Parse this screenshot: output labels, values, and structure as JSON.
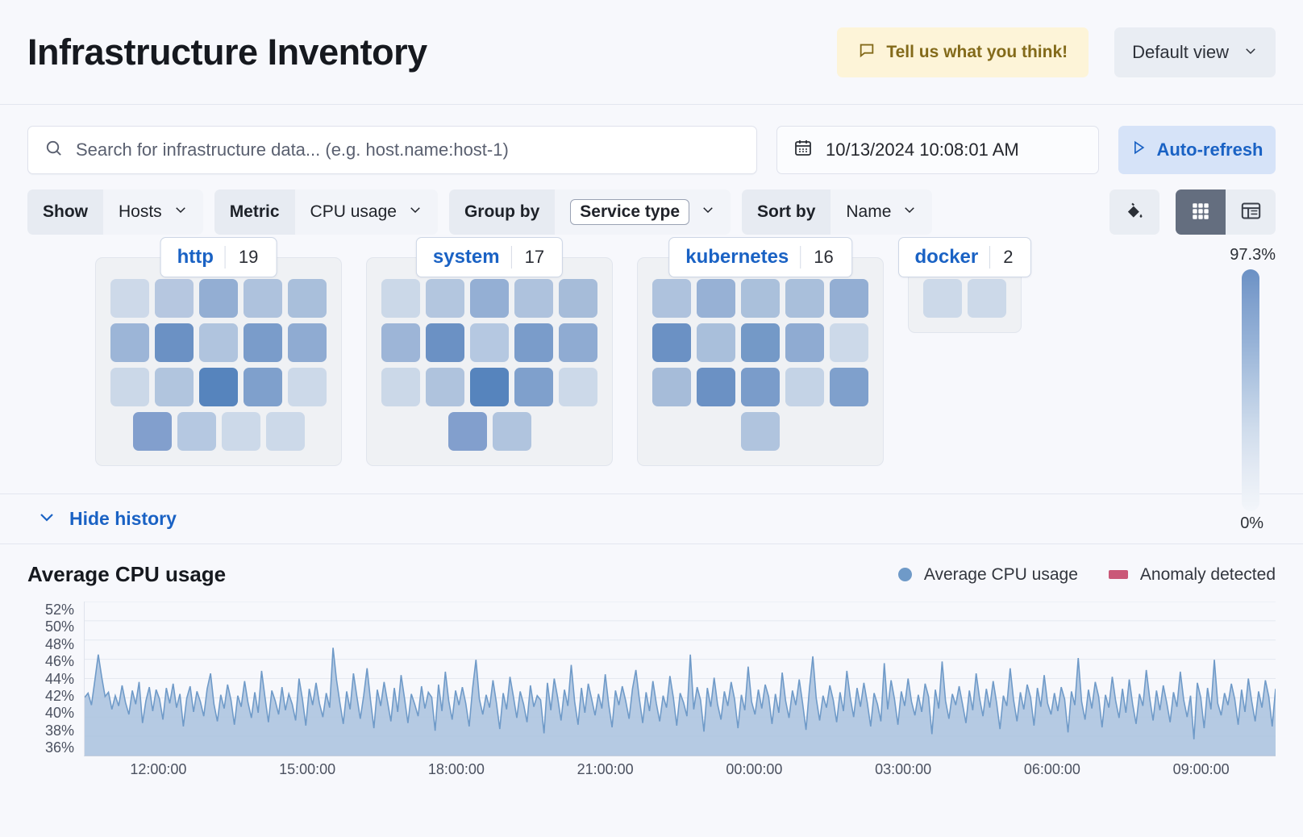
{
  "header": {
    "title": "Infrastructure Inventory",
    "feedback_label": "Tell us what you think!",
    "view_label": "Default view"
  },
  "search": {
    "placeholder": "Search for infrastructure data... (e.g. host.name:host-1)",
    "value": "",
    "date_value": "10/13/2024 10:08:01 AM",
    "refresh_label": "Auto-refresh"
  },
  "filters": [
    {
      "label": "Show",
      "value": "Hosts",
      "boxed": false
    },
    {
      "label": "Metric",
      "value": "CPU usage",
      "boxed": false
    },
    {
      "label": "Group by",
      "value": "Service type",
      "boxed": true
    },
    {
      "label": "Sort by",
      "value": "Name",
      "boxed": false
    }
  ],
  "view_toggle": {
    "grid_active": true,
    "grid_name": "grid-view",
    "table_name": "table-view",
    "palette_name": "palette"
  },
  "treemap": {
    "legend_max": "97.3%",
    "legend_min": "0%",
    "groups": [
      {
        "name": "http",
        "count": "19",
        "rows": [
          [
            "#cdd9e9",
            "#b6c7e0",
            "#93aed3",
            "#aec2dd",
            "#a9bfdb"
          ],
          [
            "#9cb5d7",
            "#6b91c4",
            "#b0c4de",
            "#7a9cca",
            "#8fabd2"
          ],
          [
            "#cbd8e8",
            "#b1c5de",
            "#5684bd",
            "#7fa0cc",
            "#ccd9e9"
          ],
          [
            "#829fcd",
            "#b5c8e1",
            "#ccd9e9",
            "#ccd9e9"
          ]
        ]
      },
      {
        "name": "system",
        "count": "17",
        "rows": [
          [
            "#cbd8e8",
            "#b3c6df",
            "#94afd4",
            "#aec2dd",
            "#a6bcd9"
          ],
          [
            "#9db5d7",
            "#6b91c4",
            "#b5c8e1",
            "#7a9cca",
            "#8fabd2"
          ],
          [
            "#cbd8e8",
            "#afc3dd",
            "#5684bd",
            "#7fa0cc",
            "#ccd9e9"
          ],
          [
            "#829fcd",
            "#b0c4de"
          ]
        ]
      },
      {
        "name": "kubernetes",
        "count": "16",
        "rows": [
          [
            "#aec2dd",
            "#97b1d5",
            "#aac0db",
            "#a9bfdb",
            "#93aed3"
          ],
          [
            "#6b91c4",
            "#a9bfdb",
            "#7499c7",
            "#8fabd2",
            "#ccd9e9"
          ],
          [
            "#a6bcd9",
            "#6b91c4",
            "#7a9cca",
            "#c4d3e6",
            "#7fa0cc"
          ],
          [
            "#b0c4de"
          ]
        ]
      },
      {
        "name": "docker",
        "count": "2",
        "rows": [
          [
            "#ccd9e9",
            "#ccd9e9"
          ]
        ]
      }
    ]
  },
  "history": {
    "toggle_label": "Hide history"
  },
  "chart_data": {
    "type": "area",
    "title": "Average CPU usage",
    "xlabel": "",
    "ylabel": "",
    "grid": true,
    "legend_position": "top-right",
    "legend": [
      {
        "name": "Average CPU usage",
        "color": "#6f9ac8",
        "marker": "dot"
      },
      {
        "name": "Anomaly detected",
        "color": "#ca5878",
        "marker": "rect"
      }
    ],
    "ytick_labels": [
      "52%",
      "50%",
      "48%",
      "46%",
      "44%",
      "42%",
      "40%",
      "38%",
      "36%"
    ],
    "ylim": [
      35,
      53
    ],
    "xtick_labels": [
      "12:00:00",
      "15:00:00",
      "18:00:00",
      "21:00:00",
      "00:00:00",
      "03:00:00",
      "06:00:00",
      "09:00:00"
    ],
    "series": [
      {
        "name": "Average CPU usage",
        "color": "#6f9ac8",
        "values": [
          41.8,
          42.3,
          40.9,
          43.8,
          46.8,
          44.2,
          41.9,
          42.4,
          40.4,
          42.0,
          40.8,
          43.2,
          41.2,
          39.8,
          42.6,
          41.0,
          43.6,
          38.8,
          41.4,
          43.0,
          40.2,
          42.7,
          41.6,
          39.2,
          42.9,
          41.1,
          43.4,
          40.6,
          42.2,
          38.4,
          41.7,
          43.1,
          40.1,
          42.5,
          41.3,
          39.6,
          42.8,
          44.6,
          41.0,
          39.0,
          42.1,
          40.5,
          43.3,
          41.5,
          38.6,
          42.0,
          40.7,
          43.7,
          41.2,
          39.4,
          42.4,
          40.0,
          44.9,
          41.8,
          38.9,
          42.6,
          41.4,
          39.8,
          43.0,
          40.3,
          42.2,
          41.0,
          39.1,
          44.0,
          41.6,
          38.5,
          42.8,
          40.9,
          43.5,
          41.1,
          39.5,
          42.3,
          40.6,
          47.6,
          43.9,
          41.2,
          38.7,
          42.5,
          40.4,
          44.6,
          41.9,
          39.3,
          42.0,
          45.2,
          41.5,
          38.2,
          42.7,
          40.8,
          43.6,
          41.3,
          39.0,
          42.9,
          40.1,
          44.4,
          41.7,
          38.8,
          42.2,
          41.0,
          39.6,
          43.1,
          40.5,
          42.4,
          41.8,
          37.9,
          43.3,
          40.2,
          44.8,
          41.4,
          39.2,
          42.6,
          40.9,
          43.0,
          41.1,
          38.4,
          42.8,
          46.2,
          41.6,
          39.8,
          42.1,
          40.6,
          43.8,
          41.2,
          38.1,
          42.3,
          40.4,
          44.2,
          41.9,
          39.4,
          42.5,
          41.0,
          38.9,
          43.2,
          40.7,
          42.0,
          41.5,
          37.6,
          43.5,
          40.3,
          44.0,
          41.8,
          39.1,
          42.7,
          40.8,
          45.6,
          41.3,
          38.6,
          42.9,
          40.0,
          43.4,
          41.6,
          39.7,
          42.2,
          40.5,
          44.5,
          41.0,
          38.3,
          42.6,
          40.9,
          43.1,
          41.4,
          39.3,
          42.8,
          45.0,
          41.7,
          38.8,
          42.4,
          40.2,
          43.7,
          41.1,
          39.0,
          42.0,
          40.6,
          44.3,
          41.8,
          38.5,
          42.3,
          41.2,
          39.6,
          46.8,
          40.4,
          43.0,
          41.5,
          37.8,
          42.9,
          40.7,
          44.1,
          41.0,
          39.2,
          42.5,
          40.8,
          43.6,
          41.6,
          38.2,
          42.1,
          40.3,
          45.4,
          41.3,
          39.8,
          42.7,
          40.5,
          43.3,
          41.9,
          38.7,
          42.2,
          40.0,
          44.7,
          41.4,
          39.4,
          42.6,
          40.9,
          43.9,
          41.1,
          38.0,
          42.8,
          46.6,
          41.7,
          39.1,
          42.0,
          40.6,
          43.2,
          41.5,
          38.9,
          42.4,
          40.2,
          44.9,
          41.8,
          39.5,
          42.9,
          40.7,
          43.5,
          41.2,
          38.4,
          42.3,
          41.0,
          39.0,
          45.8,
          40.4,
          43.8,
          41.6,
          38.6,
          42.5,
          40.8,
          44.0,
          41.3,
          39.7,
          42.1,
          40.1,
          43.4,
          41.9,
          37.5,
          42.7,
          40.5,
          46.0,
          41.4,
          39.3,
          42.2,
          40.9,
          43.1,
          41.0,
          38.8,
          42.6,
          40.3,
          44.6,
          41.7,
          39.6,
          42.8,
          40.6,
          43.7,
          41.2,
          38.1,
          42.0,
          40.8,
          45.2,
          41.5,
          39.0,
          42.4,
          40.4,
          43.3,
          41.8,
          38.5,
          42.9,
          40.7,
          44.4,
          41.1,
          39.8,
          42.3,
          40.2,
          43.0,
          41.6,
          37.7,
          42.5,
          40.9,
          46.4,
          41.3,
          39.2,
          42.7,
          40.5,
          43.6,
          41.9,
          38.3,
          42.1,
          40.6,
          44.2,
          41.4,
          39.4,
          42.8,
          40.0,
          43.9,
          41.0,
          38.7,
          42.2,
          40.8,
          45.0,
          41.7,
          39.1,
          42.6,
          40.3,
          43.2,
          41.2,
          38.9,
          42.4,
          40.7,
          44.8,
          41.5,
          39.5,
          42.0,
          36.9,
          43.5,
          41.8,
          38.2,
          42.9,
          40.4,
          46.2,
          41.1,
          39.7,
          42.3,
          40.9,
          43.4,
          41.6,
          38.6,
          42.7,
          40.1,
          44.0,
          41.3,
          39.0,
          42.5,
          40.6,
          43.8,
          41.9,
          38.4,
          42.8
        ]
      }
    ]
  }
}
